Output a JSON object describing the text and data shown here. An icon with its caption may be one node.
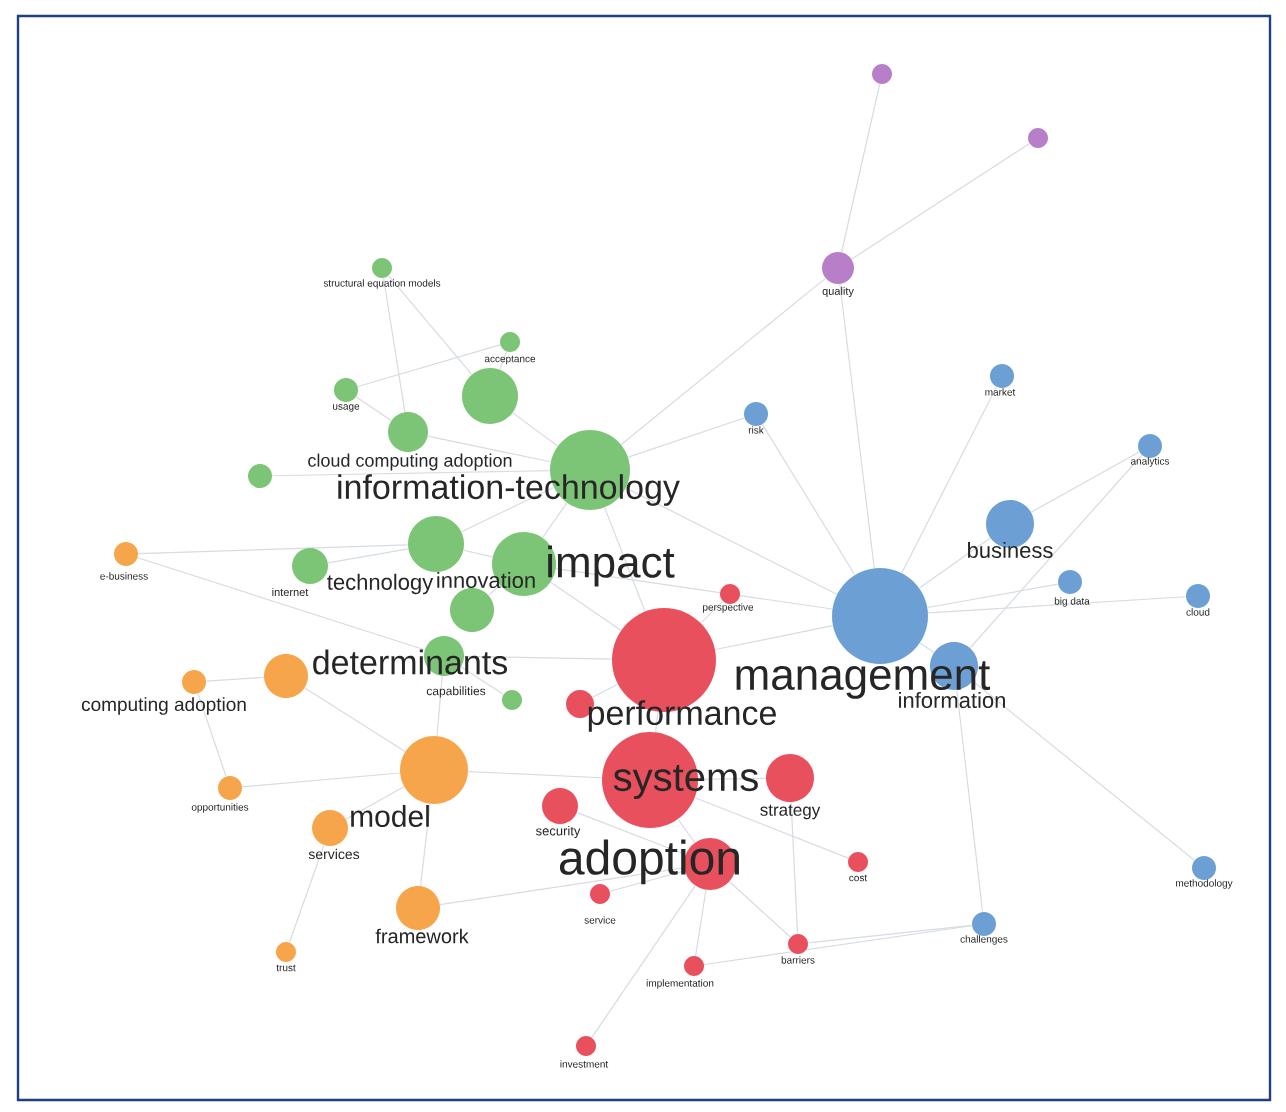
{
  "diagram": {
    "nodes": [
      {
        "text": [],
        "shape": "circle"
      },
      {
        "text": [],
        "shape": "circle"
      },
      {
        "text": [
          "quality"
        ]
      },
      {
        "text": [
          "structural equation models"
        ]
      },
      {
        "text": [
          "acceptance"
        ]
      },
      {
        "text": [
          "usage"
        ]
      },
      {
        "text": [
          "cloud computing adoption"
        ]
      },
      {
        "text": [],
        "shape": "circle"
      },
      {
        "text": [],
        "shape": "circle"
      },
      {
        "text": [
          "information-technology"
        ]
      },
      {
        "text": [
          "e-business"
        ]
      },
      {
        "text": [
          "internet"
        ]
      },
      {
        "text": [
          "technology"
        ]
      },
      {
        "text": [
          "innovation"
        ]
      },
      {
        "text": [
          "impact"
        ]
      },
      {
        "text": [
          "determinants"
        ]
      },
      {
        "text": [
          "capabilities"
        ]
      },
      {
        "text": [
          "computing adoption"
        ]
      },
      {
        "text": [],
        "shape": "circle"
      },
      {
        "text": [
          "opportunities"
        ]
      },
      {
        "text": [
          "model"
        ]
      },
      {
        "text": [
          "services"
        ]
      },
      {
        "text": [
          "framework"
        ]
      },
      {
        "text": [
          "trust"
        ]
      },
      {
        "text": [
          "perspective"
        ]
      },
      {
        "text": [
          "performance"
        ]
      },
      {
        "text": [],
        "shape": "circle"
      },
      {
        "text": [
          "systems"
        ]
      },
      {
        "text": [
          "strategy"
        ]
      },
      {
        "text": [
          "security"
        ]
      },
      {
        "text": [
          "adoption"
        ]
      },
      {
        "text": [
          "service"
        ]
      },
      {
        "text": [
          "cost"
        ]
      },
      {
        "text": [
          "implementation"
        ]
      },
      {
        "text": [
          "barriers"
        ]
      },
      {
        "text": [
          "investment"
        ]
      },
      {
        "text": [
          "risk"
        ]
      },
      {
        "text": [
          "market"
        ]
      },
      {
        "text": [
          "analytics"
        ]
      },
      {
        "text": [
          "business"
        ]
      },
      {
        "text": [
          "management"
        ]
      },
      {
        "text": [
          "information"
        ]
      },
      {
        "text": [
          "big data"
        ]
      },
      {
        "text": [
          "cloud"
        ]
      },
      {
        "text": [
          "challenges"
        ]
      },
      {
        "text": [
          "methodology"
        ]
      }
    ],
    "edges": [
      {
        "from": 2,
        "to": 0,
        "arrow": "none"
      },
      {
        "from": 2,
        "to": 1,
        "arrow": "none"
      },
      {
        "from": 2,
        "to": 9,
        "arrow": "none"
      },
      {
        "from": 2,
        "to": 40,
        "arrow": "none"
      },
      {
        "from": 3,
        "to": 6,
        "arrow": "none"
      },
      {
        "from": 3,
        "to": 7,
        "arrow": "none"
      },
      {
        "from": 4,
        "to": 7,
        "arrow": "none"
      },
      {
        "from": 4,
        "to": 5,
        "arrow": "none"
      },
      {
        "from": 5,
        "to": 6,
        "arrow": "none"
      },
      {
        "from": 6,
        "to": 9,
        "arrow": "none"
      },
      {
        "from": 7,
        "to": 9,
        "arrow": "none"
      },
      {
        "from": 8,
        "to": 9,
        "arrow": "none"
      },
      {
        "from": 9,
        "to": 14,
        "arrow": "none"
      },
      {
        "from": 9,
        "to": 12,
        "arrow": "none"
      },
      {
        "from": 9,
        "to": 40,
        "arrow": "none"
      },
      {
        "from": 9,
        "to": 25,
        "arrow": "none"
      },
      {
        "from": 9,
        "to": 36,
        "arrow": "none"
      },
      {
        "from": 10,
        "to": 12,
        "arrow": "none"
      },
      {
        "from": 10,
        "to": 15,
        "arrow": "none"
      },
      {
        "from": 11,
        "to": 12,
        "arrow": "none"
      },
      {
        "from": 12,
        "to": 14,
        "arrow": "none"
      },
      {
        "from": 13,
        "to": 14,
        "arrow": "none"
      },
      {
        "from": 14,
        "to": 25,
        "arrow": "none"
      },
      {
        "from": 14,
        "to": 40,
        "arrow": "none"
      },
      {
        "from": 15,
        "to": 25,
        "arrow": "none"
      },
      {
        "from": 18,
        "to": 17,
        "arrow": "none"
      },
      {
        "from": 15,
        "to": 20,
        "arrow": "none"
      },
      {
        "from": 16,
        "to": 15,
        "arrow": "none"
      },
      {
        "from": 17,
        "to": 19,
        "arrow": "none"
      },
      {
        "from": 18,
        "to": 20,
        "arrow": "none"
      },
      {
        "from": 19,
        "to": 20,
        "arrow": "none"
      },
      {
        "from": 20,
        "to": 21,
        "arrow": "none"
      },
      {
        "from": 20,
        "to": 22,
        "arrow": "none"
      },
      {
        "from": 21,
        "to": 23,
        "arrow": "none"
      },
      {
        "from": 22,
        "to": 30,
        "arrow": "none"
      },
      {
        "from": 20,
        "to": 27,
        "arrow": "none"
      },
      {
        "from": 24,
        "to": 25,
        "arrow": "none"
      },
      {
        "from": 25,
        "to": 27,
        "arrow": "none"
      },
      {
        "from": 25,
        "to": 40,
        "arrow": "none"
      },
      {
        "from": 26,
        "to": 25,
        "arrow": "none"
      },
      {
        "from": 27,
        "to": 30,
        "arrow": "none"
      },
      {
        "from": 27,
        "to": 28,
        "arrow": "none"
      },
      {
        "from": 32,
        "to": 27,
        "arrow": "none"
      },
      {
        "from": 30,
        "to": 29,
        "arrow": "none"
      },
      {
        "from": 30,
        "to": 31,
        "arrow": "none"
      },
      {
        "from": 30,
        "to": 33,
        "arrow": "none"
      },
      {
        "from": 30,
        "to": 35,
        "arrow": "none"
      },
      {
        "from": 28,
        "to": 34,
        "arrow": "none"
      },
      {
        "from": 30,
        "to": 34,
        "arrow": "none"
      },
      {
        "from": 33,
        "to": 44,
        "arrow": "none"
      },
      {
        "from": 34,
        "to": 44,
        "arrow": "none"
      },
      {
        "from": 36,
        "to": 40,
        "arrow": "none"
      },
      {
        "from": 40,
        "to": 39,
        "arrow": "none"
      },
      {
        "from": 40,
        "to": 41,
        "arrow": "none"
      },
      {
        "from": 40,
        "to": 37,
        "arrow": "none"
      },
      {
        "from": 41,
        "to": 38,
        "arrow": "none"
      },
      {
        "from": 40,
        "to": 42,
        "arrow": "none"
      },
      {
        "from": 40,
        "to": 43,
        "arrow": "none"
      },
      {
        "from": 39,
        "to": 38,
        "arrow": "none"
      },
      {
        "from": 41,
        "to": 45,
        "arrow": "none"
      },
      {
        "from": 41,
        "to": 44,
        "arrow": "none"
      }
    ]
  }
}
